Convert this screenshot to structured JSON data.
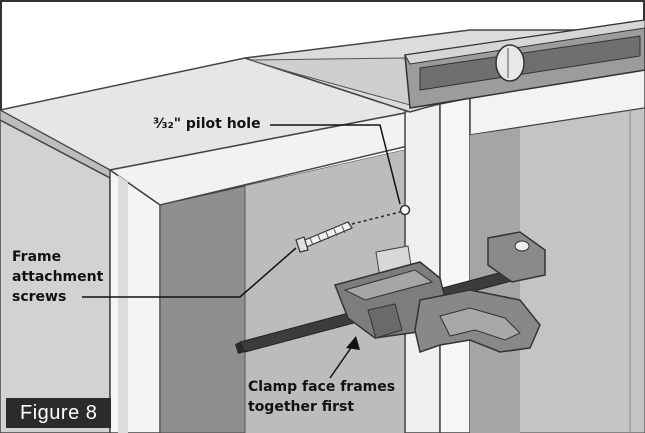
{
  "figure": {
    "badge": "Figure 8"
  },
  "labels": {
    "pilot_hole": "³⁄₃₂\" pilot hole",
    "frame_screws_line1": "Frame",
    "frame_screws_line2": "attachment",
    "frame_screws_line3": "screws",
    "clamp_line1": "Clamp face frames",
    "clamp_line2": "together first"
  },
  "colors": {
    "background": "#ffffff",
    "light_panel": "#eeeeee",
    "mid_panel": "#c9c9c9",
    "dark_panel": "#9a9a9a",
    "clamp_body": "#7d7d7d",
    "clamp_bar": "#3c3c3c",
    "badge_bg": "#2b2b2b"
  }
}
